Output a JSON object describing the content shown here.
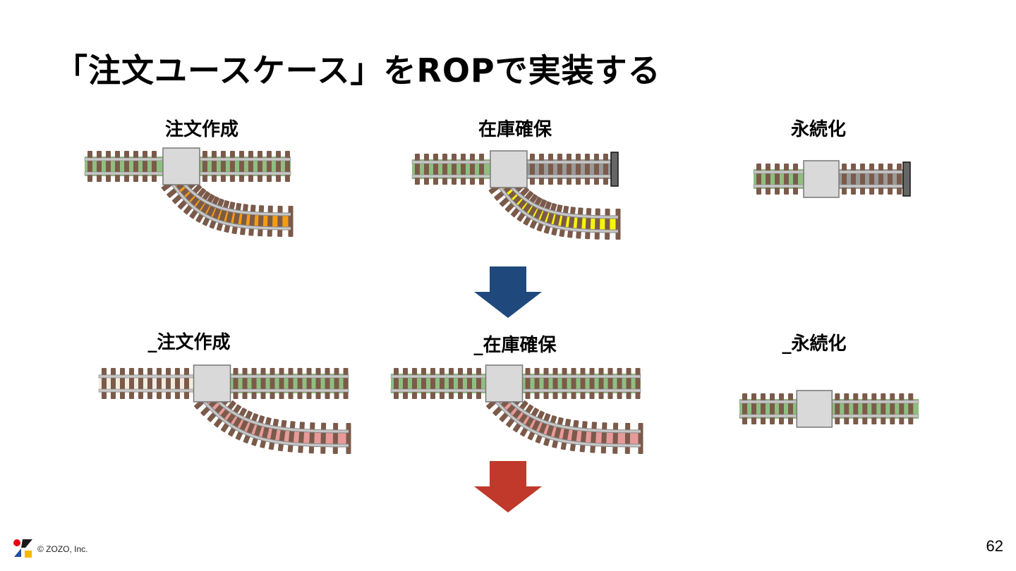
{
  "title": "「注文ユースケース」をROPで実装する",
  "top_row": {
    "labels": [
      "注文作成",
      "在庫確保",
      "永続化"
    ]
  },
  "bottom_row": {
    "labels": [
      "_注文作成",
      "_在庫確保",
      "_永続化"
    ]
  },
  "colors": {
    "success_track": "#8fbf7f",
    "order_error_track": "#f39c12",
    "stock_error_track": "#f5f50a",
    "blocked_track": "#9a9a9a",
    "result_error_track": "#e89a9a",
    "first_input_track": "#f1ebe0",
    "arrow_blue": "#1f497d",
    "arrow_red": "#c0392b",
    "switch_box": "#d9d9d9",
    "tie": "#7b5a4a",
    "rail": "#c8c8c8"
  },
  "footer": {
    "copyright": "© ZOZO, Inc.",
    "page_number": "62"
  }
}
